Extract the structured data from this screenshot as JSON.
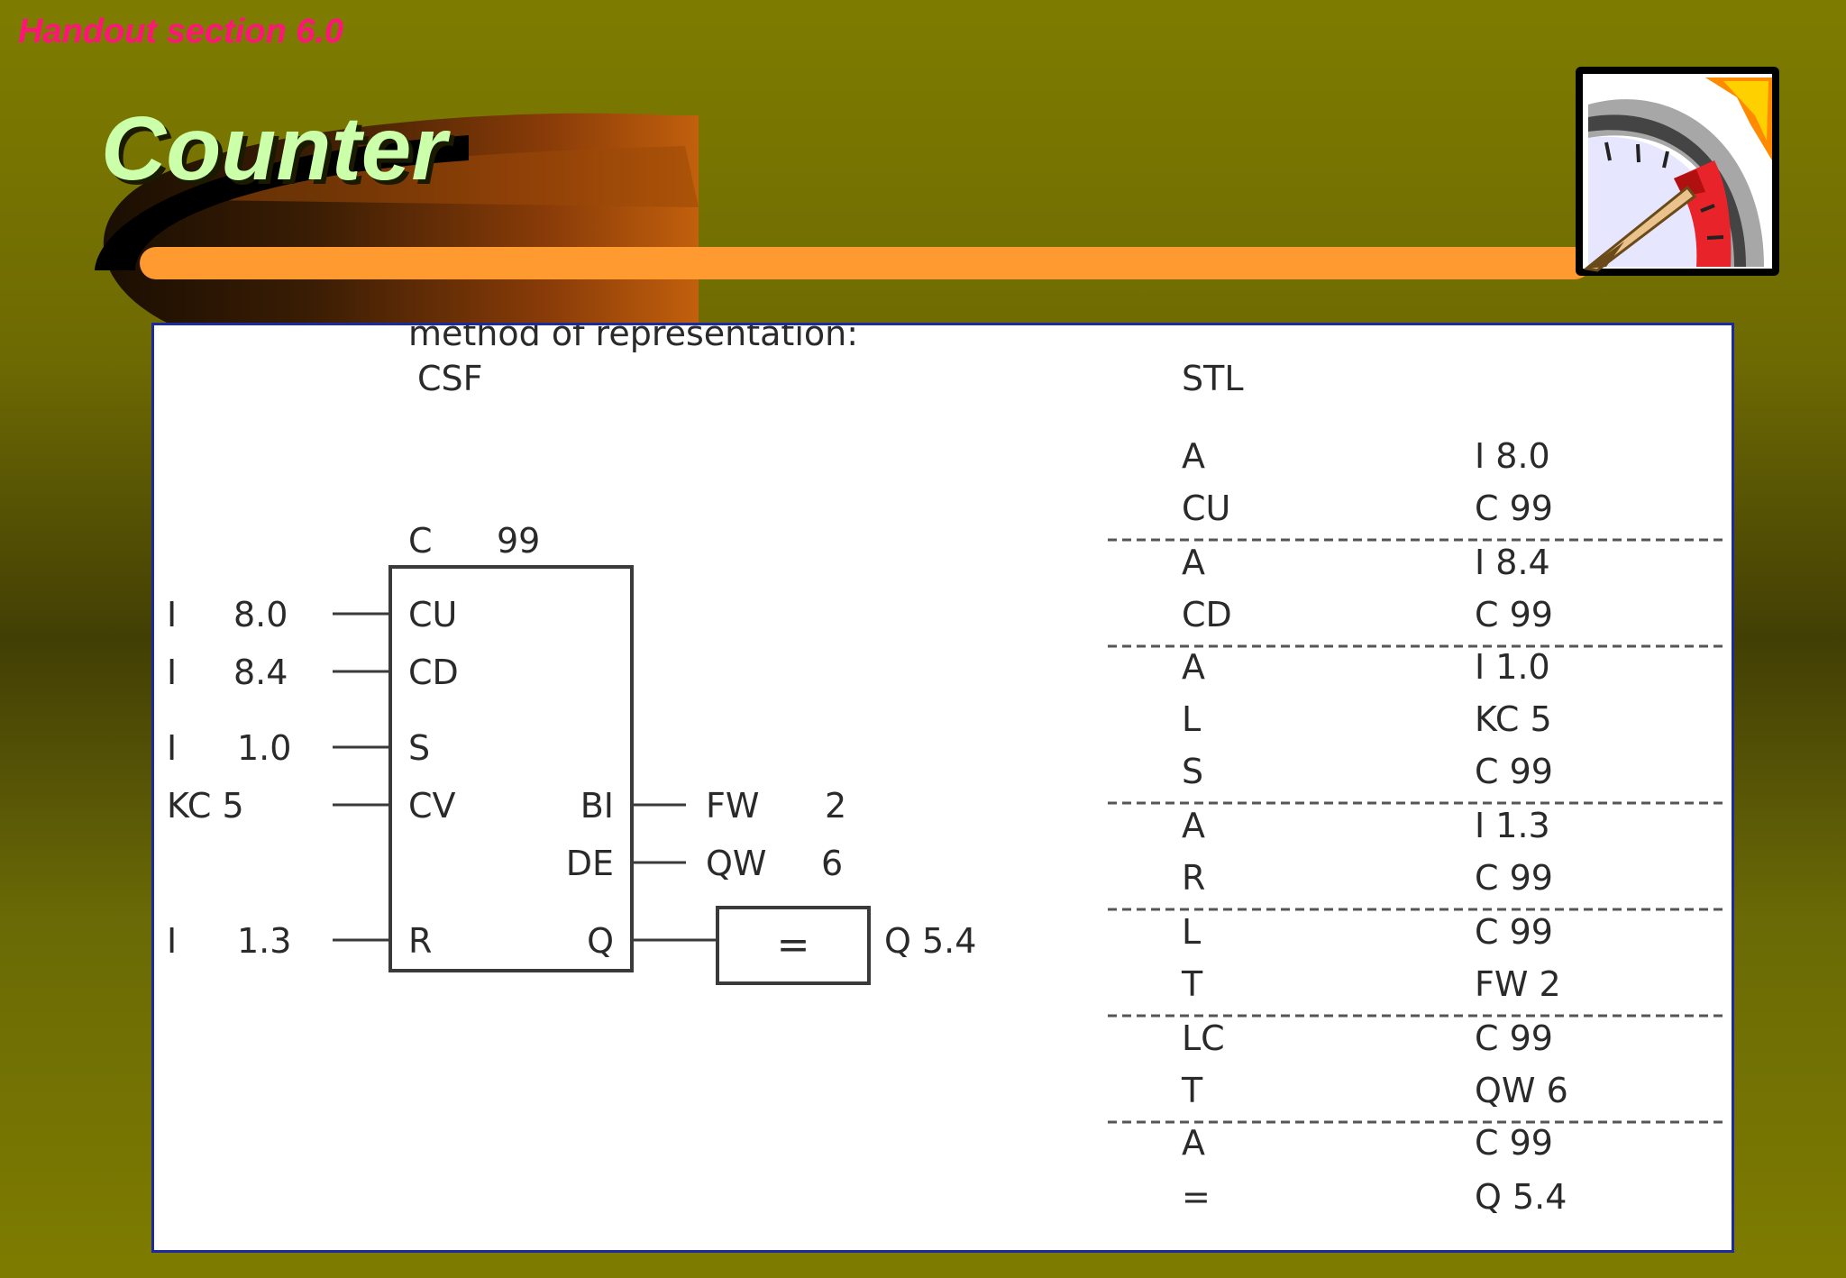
{
  "handout": "Handout section 6.0",
  "title": "Counter",
  "icons": {
    "gauge": "speedometer-gauge-icon"
  },
  "colors": {
    "title": "#ccffaa",
    "handout": "#ff1478",
    "bar": "#ff9a30",
    "panel_border": "#1c2aa0"
  },
  "diagram": {
    "method": "method of representation:",
    "csf_heading": "CSF",
    "stl_heading": "STL",
    "counter": {
      "type": "C",
      "number": "99"
    },
    "inputs": [
      {
        "addr": "I",
        "value": "8.0",
        "pin": "CU"
      },
      {
        "addr": "I",
        "value": "8.4",
        "pin": "CD"
      },
      {
        "addr": "I",
        "value": "1.0",
        "pin": "S"
      },
      {
        "addr": "KC 5",
        "value": "",
        "pin": "CV"
      },
      {
        "addr": "I",
        "value": "1.3",
        "pin": "R"
      }
    ],
    "outputs": [
      {
        "pin": "BI",
        "target": "FW",
        "target_value": "2"
      },
      {
        "pin": "DE",
        "target": "QW",
        "target_value": "6"
      },
      {
        "pin": "Q",
        "target": "=",
        "target_value": "Q 5.4"
      }
    ],
    "stl": [
      {
        "op": "A",
        "operand": "I 8.0"
      },
      {
        "op": "CU",
        "operand": "C 99"
      },
      {
        "op": "A",
        "operand": "I 8.4"
      },
      {
        "op": "CD",
        "operand": "C 99"
      },
      {
        "op": "A",
        "operand": "I 1.0"
      },
      {
        "op": "L",
        "operand": "KC 5"
      },
      {
        "op": "S",
        "operand": "C 99"
      },
      {
        "op": "A",
        "operand": "I 1.3"
      },
      {
        "op": "R",
        "operand": "C 99"
      },
      {
        "op": "L",
        "operand": "C 99"
      },
      {
        "op": "T",
        "operand": "FW 2"
      },
      {
        "op": "LC",
        "operand": "C 99"
      },
      {
        "op": "T",
        "operand": "QW 6"
      },
      {
        "op": "A",
        "operand": "C 99"
      },
      {
        "op": "=",
        "operand": "Q 5.4"
      }
    ]
  }
}
